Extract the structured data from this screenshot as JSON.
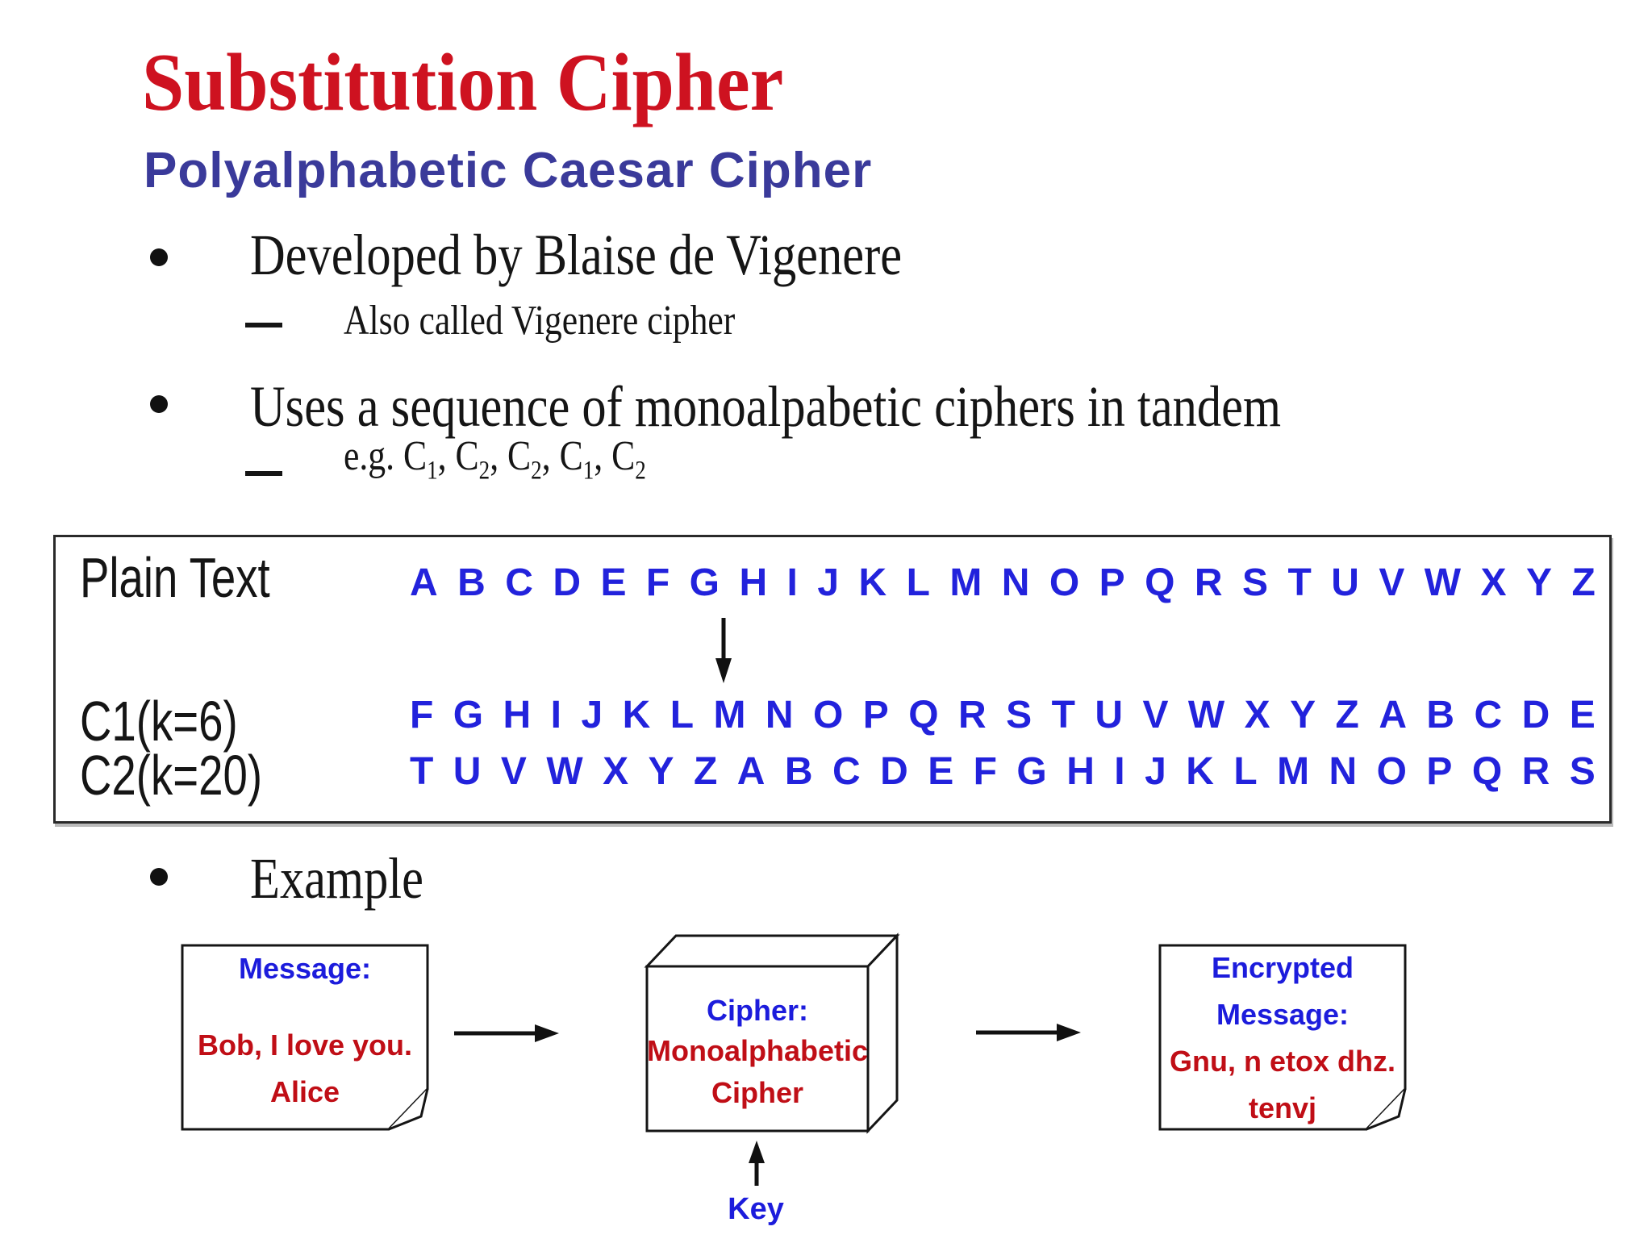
{
  "slide": {
    "title": "Substitution Cipher",
    "subtitle": "Polyalphabetic Caesar Cipher",
    "bullet1": "Developed by Blaise de Vigenere",
    "bullet1_sub": "Also called Vigenere cipher",
    "bullet2": "Uses a sequence of monoalpabetic ciphers in tandem",
    "bullet2_sub_prefix": "e.g. ",
    "bullet2_sequence": [
      [
        "C",
        "1"
      ],
      [
        "C",
        "2"
      ],
      [
        "C",
        "2"
      ],
      [
        "C",
        "1"
      ],
      [
        "C",
        "2"
      ]
    ],
    "bullet3": "Example"
  },
  "cipher_table": {
    "plain_label": "Plain Text",
    "plain_row": "ABCDEFGHIJKLMNOPQRSTUVWXYZ",
    "c1_label": "C1(k=6)",
    "c1_row": "FGHIJKLMNOPQRSTUVWXYZABCDE",
    "c2_label": "C2(k=20)",
    "c2_row": "TUVWXYZABCDEFGHIJKLMNOPQRS"
  },
  "diagram": {
    "message_box": {
      "title": "Message:",
      "line1": "Bob, I love you.",
      "line2": "Alice"
    },
    "cipher_box": {
      "title": "Cipher:",
      "line1": "Monoalphabetic",
      "line2": "Cipher"
    },
    "encrypted_box": {
      "title1": "Encrypted",
      "title2": "Message:",
      "line1": "Gnu, n etox dhz.",
      "line2": "tenvj"
    },
    "key_label": "Key"
  },
  "colors": {
    "title_red": "#CE1220",
    "subtitle_blue": "#3A3A9A",
    "alphabet_blue": "#2222DC",
    "diagram_blue": "#1C1CDC",
    "diagram_red": "#C00E16",
    "text_black": "#151515"
  }
}
